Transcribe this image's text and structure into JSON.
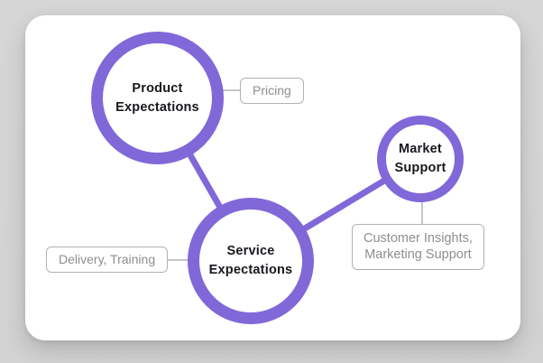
{
  "colors": {
    "background": "#d4d4d4",
    "card": "#ffffff",
    "accent_purple": "#8168d9",
    "tag_border": "#b2b2b6",
    "tag_text": "#8e8e93",
    "node_text": "#18181d"
  },
  "diagram": {
    "nodes": [
      {
        "id": "product-expectations",
        "lines": [
          "Product",
          "Expectations"
        ]
      },
      {
        "id": "service-expectations",
        "lines": [
          "Service",
          "Expectations"
        ]
      },
      {
        "id": "market-support",
        "lines": [
          "Market",
          "Support"
        ]
      }
    ],
    "tags": [
      {
        "id": "pricing",
        "lines": [
          "Pricing"
        ]
      },
      {
        "id": "delivery-training",
        "lines": [
          "Delivery, Training"
        ]
      },
      {
        "id": "customer-insights",
        "lines": [
          "Customer Insights,",
          "Marketing Support"
        ]
      }
    ],
    "links": [
      {
        "from": "product-expectations",
        "to": "service-expectations",
        "style": "main"
      },
      {
        "from": "service-expectations",
        "to": "market-support",
        "style": "main"
      },
      {
        "from": "product-expectations",
        "to": "pricing",
        "style": "tag"
      },
      {
        "from": "delivery-training",
        "to": "service-expectations",
        "style": "tag"
      },
      {
        "from": "market-support",
        "to": "customer-insights",
        "style": "tag"
      }
    ]
  }
}
